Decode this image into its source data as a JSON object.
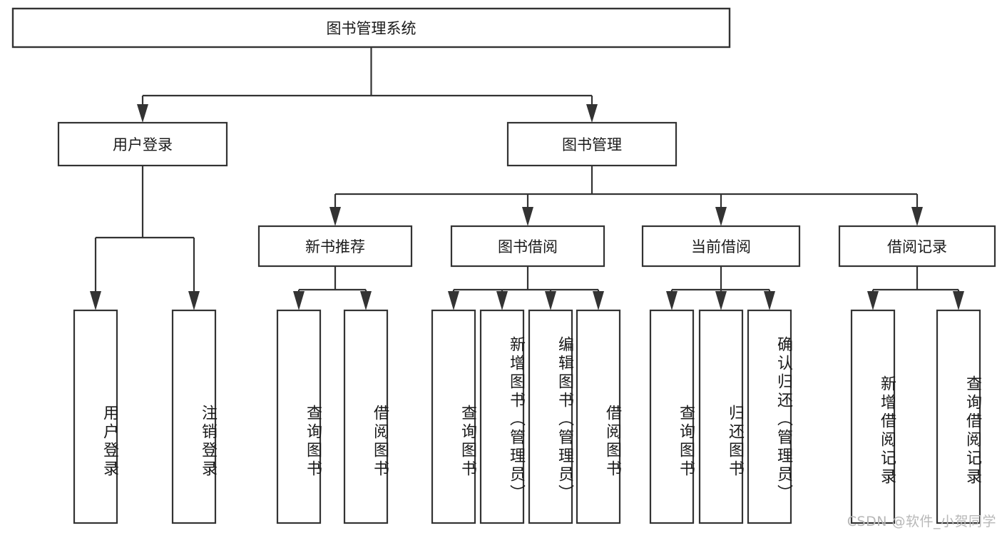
{
  "diagram": {
    "type": "tree",
    "title": "图书管理系统",
    "watermark": "CSDN @软件_小贺同学",
    "colors": {
      "box_stroke": "#333333",
      "box_fill": "#ffffff",
      "text": "#1a1a1a",
      "background": "#ffffff",
      "watermark": "#b8b8b8"
    },
    "nodes": {
      "root": {
        "label": "图书管理系统"
      },
      "level2": [
        {
          "id": "user-login",
          "label": "用户登录"
        },
        {
          "id": "book-manage",
          "label": "图书管理"
        }
      ],
      "level3": [
        {
          "id": "new-book-rec",
          "label": "新书推荐"
        },
        {
          "id": "book-borrow",
          "label": "图书借阅"
        },
        {
          "id": "current-borrow",
          "label": "当前借阅"
        },
        {
          "id": "borrow-record",
          "label": "借阅记录"
        }
      ],
      "leaves": [
        {
          "id": "leaf-user-login",
          "label": "用户登录",
          "parent": "user-login"
        },
        {
          "id": "leaf-user-logout",
          "label": "注销登录",
          "parent": "user-login"
        },
        {
          "id": "leaf-query-book-1",
          "label": "查询图书",
          "parent": "new-book-rec"
        },
        {
          "id": "leaf-borrow-book-1",
          "label": "借阅图书",
          "parent": "new-book-rec"
        },
        {
          "id": "leaf-query-book-2",
          "label": "查询图书",
          "parent": "book-borrow"
        },
        {
          "id": "leaf-add-book",
          "label": "新增图书（管理员）",
          "parent": "book-borrow"
        },
        {
          "id": "leaf-edit-book",
          "label": "编辑图书（管理员）",
          "parent": "book-borrow"
        },
        {
          "id": "leaf-borrow-book-2",
          "label": "借阅图书",
          "parent": "book-borrow"
        },
        {
          "id": "leaf-query-book-3",
          "label": "查询图书",
          "parent": "current-borrow"
        },
        {
          "id": "leaf-return-book",
          "label": "归还图书",
          "parent": "current-borrow"
        },
        {
          "id": "leaf-confirm-return",
          "label": "确认归还（管理员）",
          "parent": "current-borrow"
        },
        {
          "id": "leaf-add-record",
          "label": "新增借阅记录",
          "parent": "borrow-record"
        },
        {
          "id": "leaf-query-record",
          "label": "查询借阅记录",
          "parent": "borrow-record"
        }
      ]
    }
  }
}
